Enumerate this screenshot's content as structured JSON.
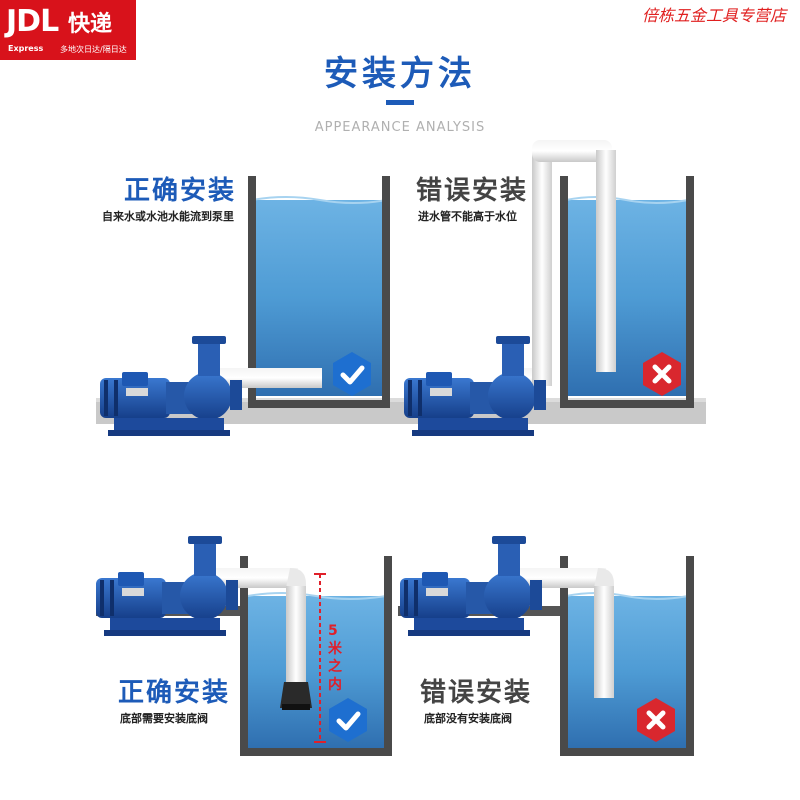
{
  "brand": {
    "logo": "JDL",
    "name": "快递",
    "en": "Express",
    "sub": "多地次日达/隔日达"
  },
  "shop_name": "倍栋五金工具专营店",
  "title": "安装方法",
  "subtitle": "APPEARANCE ANALYSIS",
  "panels": [
    {
      "status": "正确安装",
      "note": "自来水或水池水能流到泵里",
      "result": "correct"
    },
    {
      "status": "错误安装",
      "note": "进水管不能高于水位",
      "result": "wrong"
    },
    {
      "status": "正确安装",
      "note": "底部需要安装底阀",
      "result": "correct"
    },
    {
      "status": "错误安装",
      "note": "底部没有安装底阀",
      "result": "wrong"
    }
  ],
  "depth_label": "5米之内",
  "colors": {
    "brand_red": "#d8121b",
    "accent_blue": "#1d5bb8",
    "water": "#4e9bd4",
    "check_bg": "#1e6fd0",
    "cross_bg": "#d9272e"
  }
}
